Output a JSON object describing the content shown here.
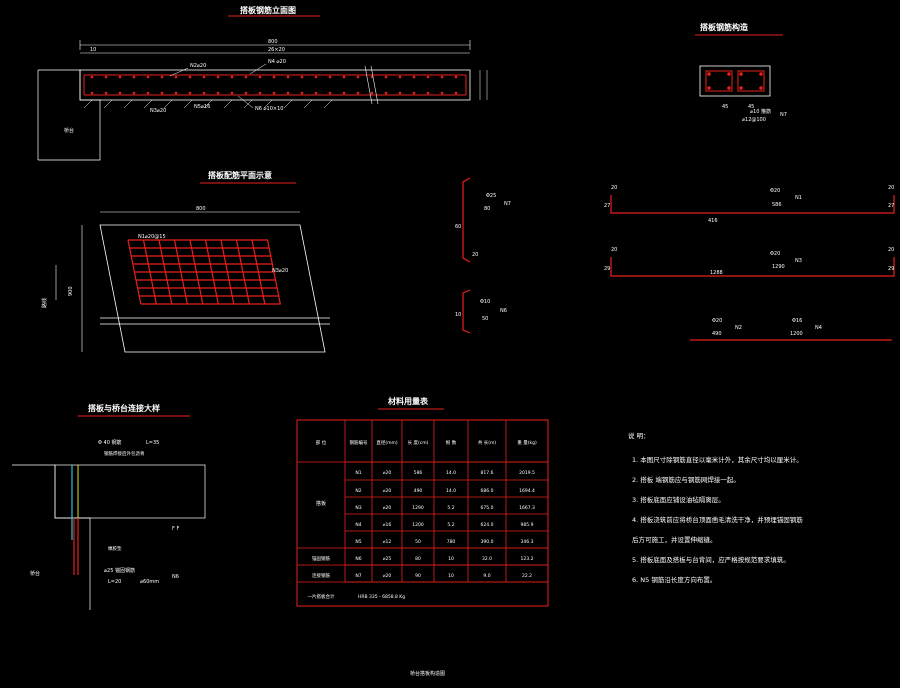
{
  "titles": {
    "slab_section": "搭板钢筋立面图",
    "slab_plan": "搭板配筋平面示意",
    "joint_detail": "搭板与桥台连接大样",
    "beam_section": "搭板钢筋构造",
    "material_table": "材料用量表",
    "drawing_name": "桥台搭板构造图"
  },
  "labels": {
    "dim_800": "800",
    "dim_10": "10",
    "dim_26x20": "26×20",
    "n2": "N2⌀20",
    "n4": "N4 ⌀20",
    "n3": "N3⌀20",
    "n5": "N5⌀16",
    "n6": "N6 ⌀10×10",
    "abutment": "桥台",
    "plan_800": "800",
    "plan_n1": "N1⌀20@15",
    "plan_n3": "N3⌀20",
    "plan_900": "900",
    "plan_road": "路线",
    "beam_45a": "45",
    "beam_45b": "45",
    "beam_note": "⌀10 箍筋",
    "beam_n7": "N7",
    "beam_note2": "⌀12@100",
    "j_d40": "Φ 40 钢筋",
    "j_l35": "L=35",
    "j_note": "钢筋焊接后外包沥青",
    "j_ff": "F F",
    "j_rubber": "橡胶垫",
    "j_d25": "⌀25 锚固钢筋",
    "j_l20": "L=20",
    "j_d60": "⌀60mm",
    "j_n6": "N6",
    "j_abutment": "桥台",
    "b_d25": "Φ25",
    "b_n7": "N7",
    "b_l": "80",
    "b_v": "60",
    "b_20": "20",
    "b_d10": "Φ10",
    "b_50": "50",
    "b_n6": "N6",
    "b_10": "10",
    "bn1_d": "Φ20",
    "bn1_len": "586",
    "bn1_name": "N1",
    "bn1_left": "416",
    "bn1_20a": "20",
    "bn1_20b": "20",
    "bn1_27a": "27",
    "bn1_27b": "27",
    "bn3_d": "Φ20",
    "bn3_len": "1290",
    "bn3_name": "N3",
    "bn3_left": "1288",
    "bn3_20a": "20",
    "bn3_20b": "20",
    "bn3_29a": "29",
    "bn3_29b": "29",
    "n2_d": "Φ20",
    "n2_len": "490",
    "n2_name": "N2",
    "n4_d": "Φ16",
    "n4_len": "1200",
    "n4_name": "N4"
  },
  "table": {
    "headers": [
      "部 位",
      "钢筋编号",
      "直径(mm)",
      "长 度(cm)",
      "根 数",
      "共 长(m)",
      "重 量(kg)"
    ],
    "group_main": "搭板",
    "group_anchor": "锚固钢筋",
    "group_link": "连接钢筋",
    "rows": [
      [
        "N1",
        "⌀20",
        "586",
        "14.0",
        "817.6",
        "2019.5"
      ],
      [
        "N2",
        "⌀20",
        "490",
        "14.0",
        "686.0",
        "1694.4"
      ],
      [
        "N3",
        "⌀20",
        "1290",
        "5.2",
        "675.0",
        "1667.3"
      ],
      [
        "N4",
        "⌀16",
        "1200",
        "5.2",
        "624.0",
        "985.9"
      ],
      [
        "N5",
        "⌀12",
        "50",
        "780",
        "390.0",
        "346.3"
      ],
      [
        "N6",
        "⌀25",
        "80",
        "10",
        "32.0",
        "123.2"
      ],
      [
        "N7",
        "⌀20",
        "90",
        "10",
        "9.0",
        "22.2"
      ]
    ],
    "total_label": "一片搭板合计",
    "total_value": "HRB 335 - 6858.8 Kg"
  },
  "notes": {
    "heading": "说 明：",
    "items": [
      "1. 本图尺寸除钢筋直径以毫米计外，其余尺寸均以厘米计。",
      "2. 搭板          端钢筋应与钢筋网焊接一起。",
      "3. 搭板底面应铺设油毡隔离层。",
      "4. 搭板浇筑前应将桥台顶面凿毛清洗干净，并预埋锚固钢筋",
      "   后方可施工，并设置伸缩缝。",
      "5. 搭板底面及搭板与台背间，应严格按规范要求填筑。",
      "6. N5 钢筋沿长度方向布置。"
    ]
  },
  "colors": {
    "rebar": "#e8201d",
    "line": "#ffffff",
    "underline": "#e8201d",
    "yellow": "#e8e020",
    "cyan": "#30c0e0"
  }
}
